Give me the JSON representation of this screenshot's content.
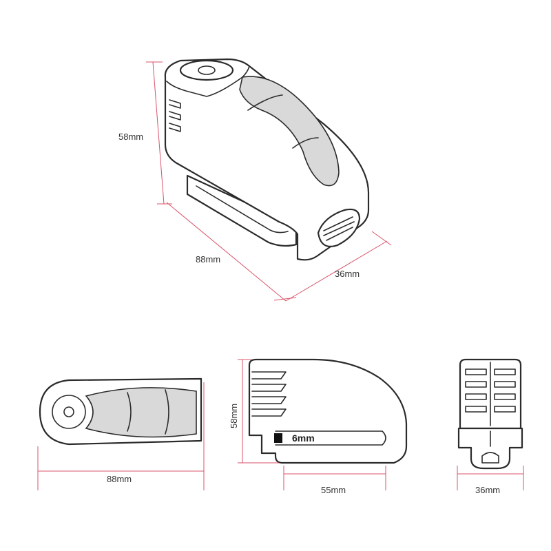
{
  "dimensions": {
    "iso_height": "58mm",
    "iso_length": "88mm",
    "iso_width": "36mm",
    "top_length": "88mm",
    "side_height": "58mm",
    "side_pin": "6mm",
    "side_length": "55mm",
    "front_width": "36mm"
  },
  "colors": {
    "dimension_line": "#d9536a",
    "outline": "#2b2b2b",
    "shade": "#d9d9d9"
  },
  "icons": {
    "iso_view": "disc-lock-isometric-drawing",
    "top_view": "disc-lock-top-view-drawing",
    "side_view": "disc-lock-side-view-drawing",
    "front_view": "disc-lock-front-view-drawing"
  }
}
